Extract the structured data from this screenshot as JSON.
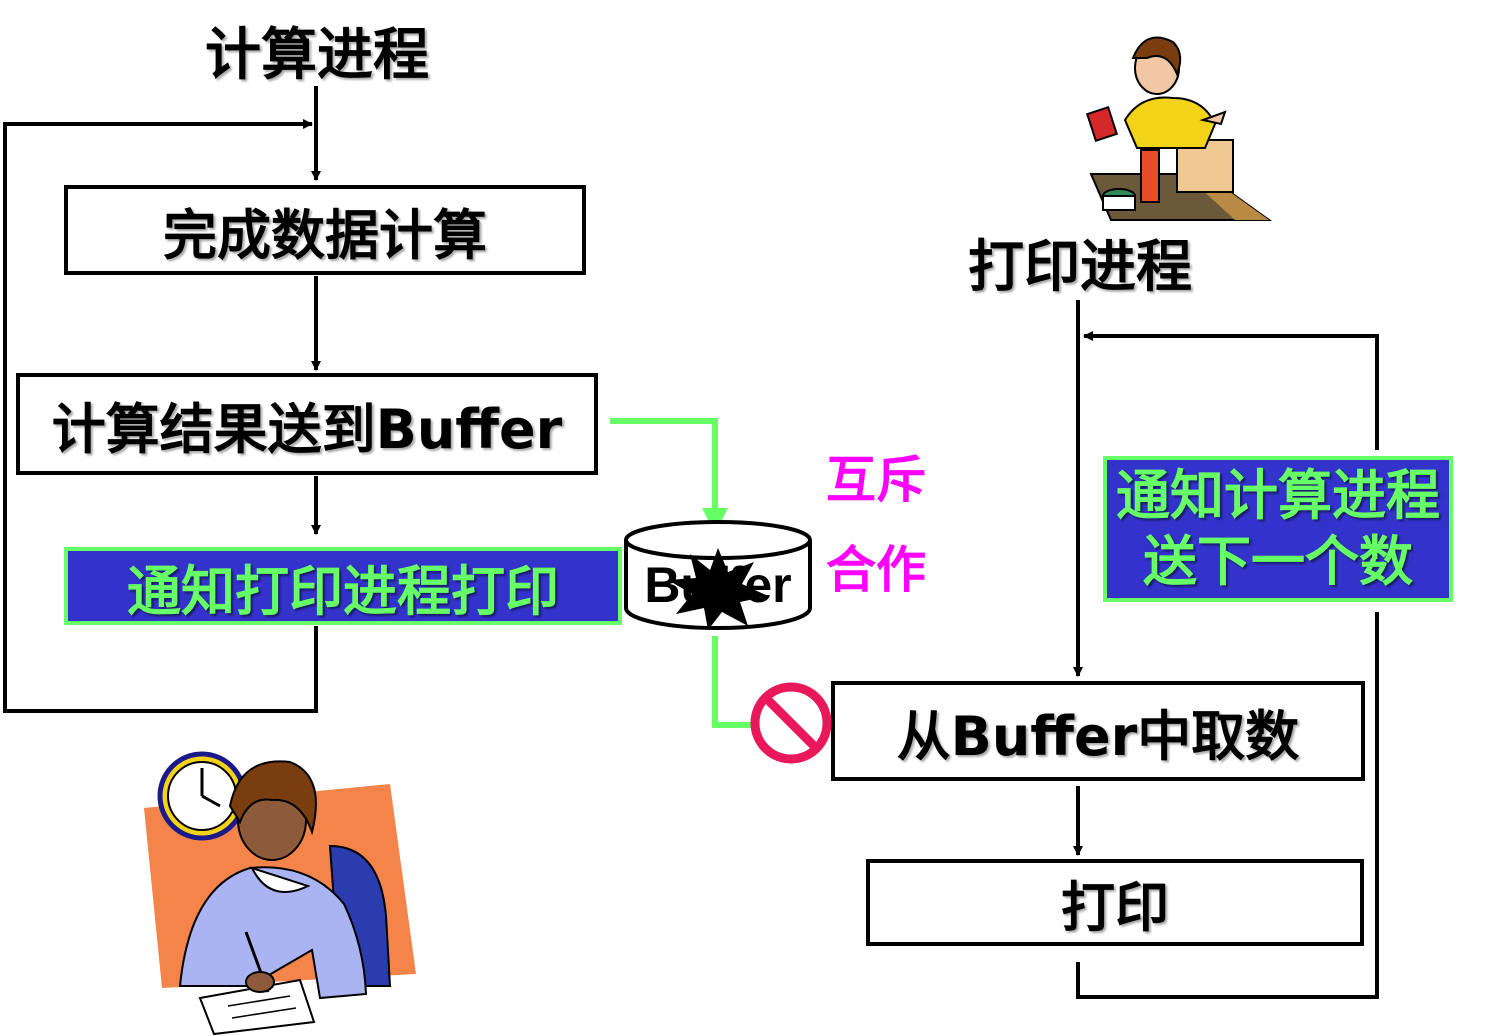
{
  "left": {
    "title": "计算进程",
    "step1": "完成数据计算",
    "step2": "计算结果送到Buffer",
    "step3": "通知打印进程打印"
  },
  "right": {
    "title": "打印进程",
    "notify": [
      "通知计算进程",
      "送下一个数"
    ],
    "step1": "从Buffer中取数",
    "step2": "打印"
  },
  "buffer": {
    "label": "Buffer"
  },
  "annotations": {
    "mutex": "互斥",
    "cooperate": "合作"
  },
  "colors": {
    "green": "#66ff66",
    "blue": "#3333cc",
    "magenta": "#ff00ff",
    "stop": "#e8185a"
  },
  "icons": [
    "no-entry-icon",
    "calculation-worker-clipart",
    "printer-worker-clipart",
    "clock-icon"
  ]
}
